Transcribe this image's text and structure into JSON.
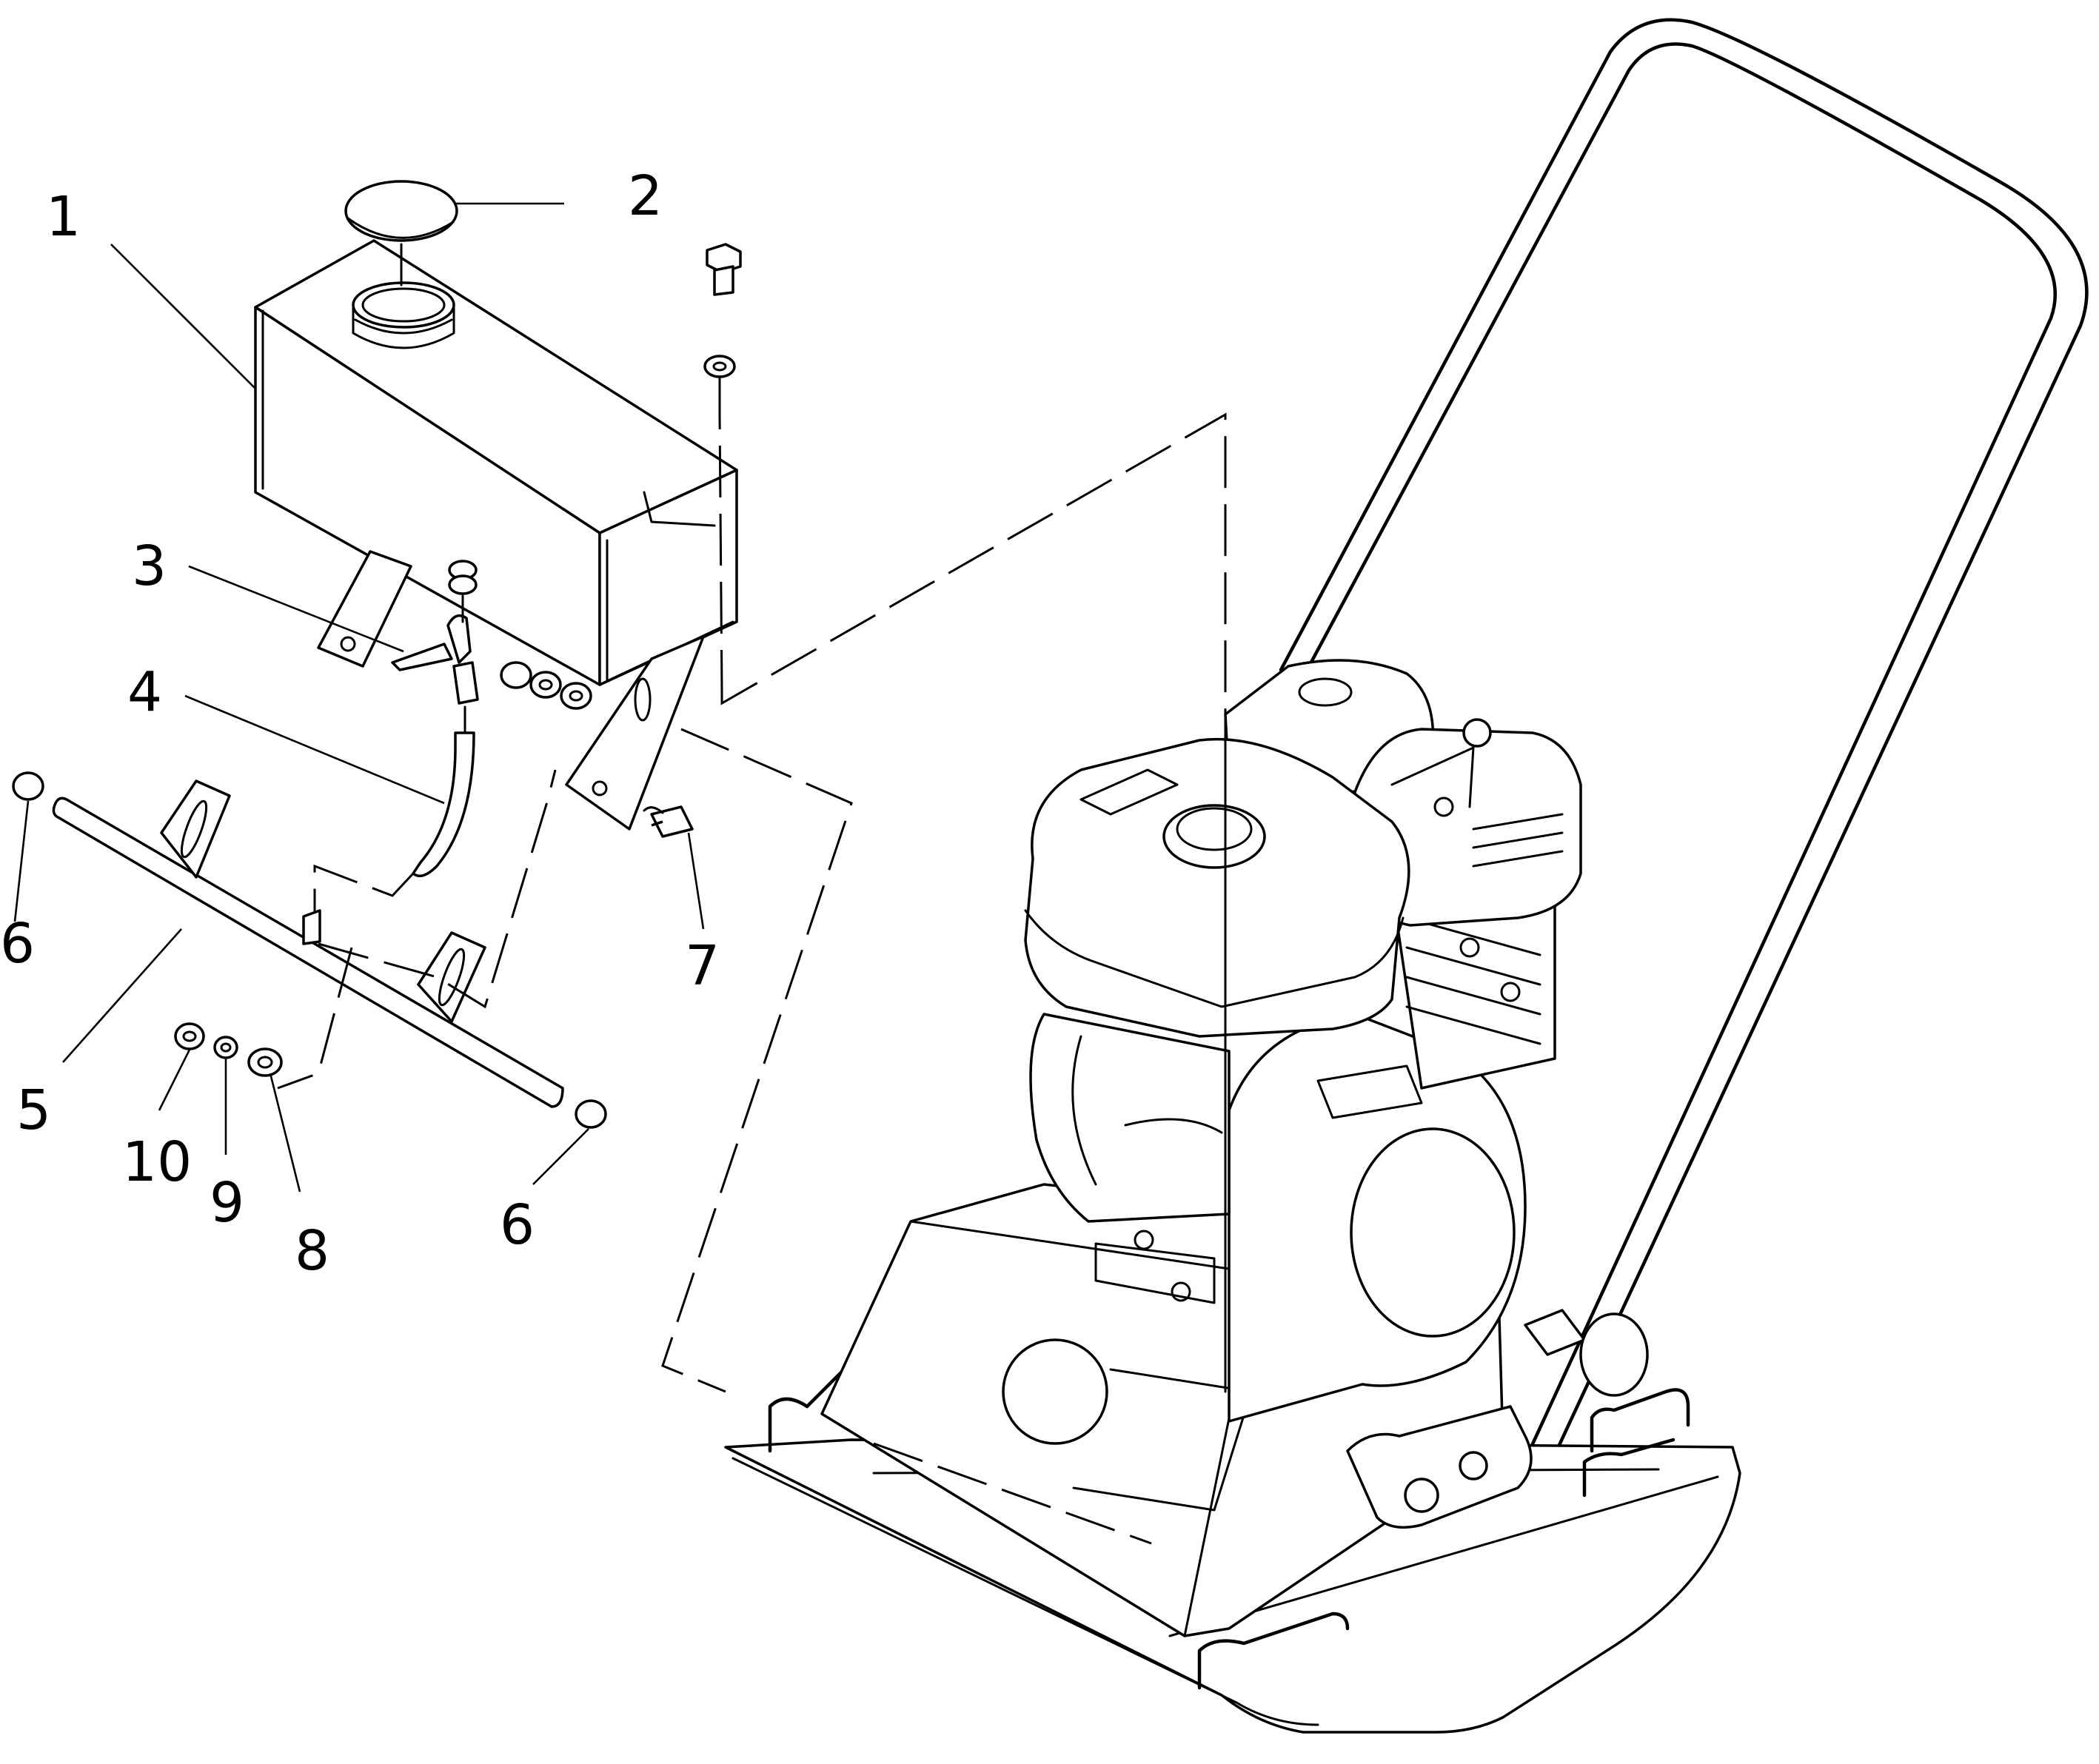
{
  "callouts": [
    {
      "id": "c1",
      "text": "1"
    },
    {
      "id": "c2",
      "text": "2"
    },
    {
      "id": "c3",
      "text": "3"
    },
    {
      "id": "c4",
      "text": "4"
    },
    {
      "id": "c5",
      "text": "5"
    },
    {
      "id": "c6a",
      "text": "6"
    },
    {
      "id": "c6b",
      "text": "6"
    },
    {
      "id": "c7",
      "text": "7"
    },
    {
      "id": "c8",
      "text": "8"
    },
    {
      "id": "c9",
      "text": "9"
    },
    {
      "id": "c10",
      "text": "10"
    }
  ]
}
